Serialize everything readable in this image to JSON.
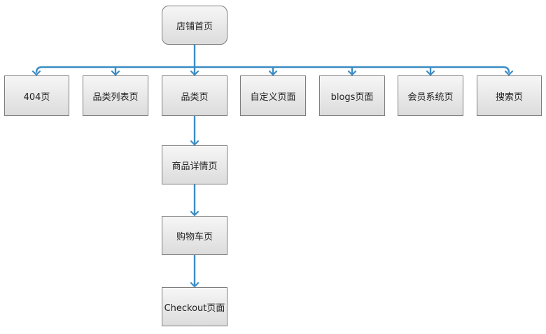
{
  "diagram": {
    "root": {
      "label": "店铺首页"
    },
    "children": [
      {
        "label": "404页"
      },
      {
        "label": "品类列表页"
      },
      {
        "label": "品类页"
      },
      {
        "label": "自定义页面"
      },
      {
        "label": "blogs页面"
      },
      {
        "label": "会员系统页"
      },
      {
        "label": "搜索页"
      }
    ],
    "chain": [
      {
        "label": "商品详情页"
      },
      {
        "label": "购物车页"
      },
      {
        "label": "Checkout页面"
      }
    ]
  },
  "colors": {
    "connector": "#3b8cc4",
    "node_border": "#7d7d7d",
    "node_fill_top": "#f6f6f6",
    "node_fill_bottom": "#dcdcdc"
  }
}
